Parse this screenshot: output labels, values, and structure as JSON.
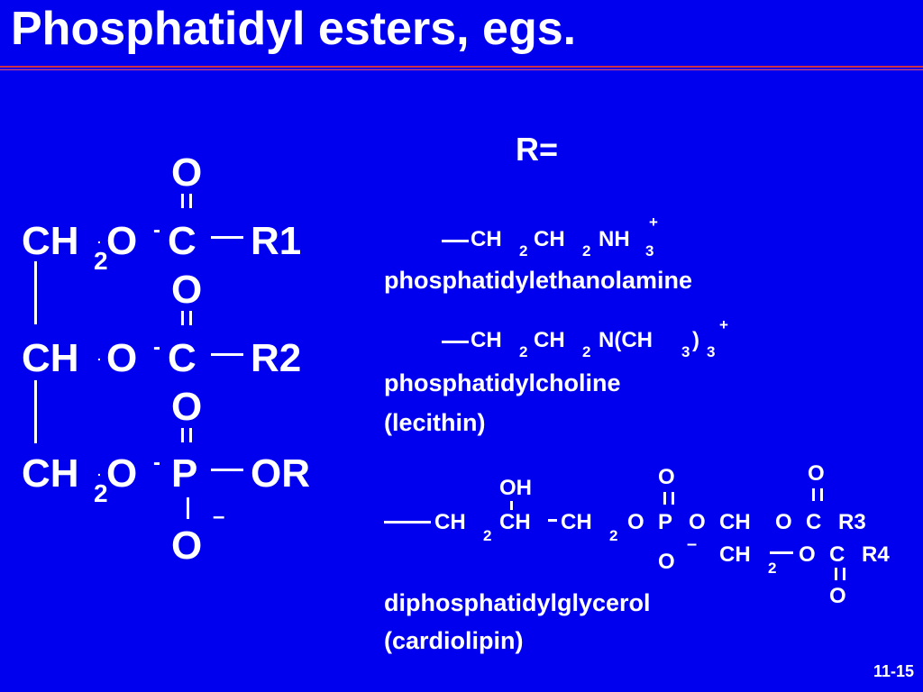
{
  "title": "Phosphatidyl esters, egs.",
  "page_number": "11-15",
  "colors": {
    "background": "#0000ee",
    "text": "#ffffff",
    "rule": "#c8304a"
  },
  "left_structure": {
    "row1": {
      "ch2": "CH",
      "sub": "2",
      "o": "O",
      "c": "C",
      "r": "R1",
      "top_o": "O"
    },
    "row2": {
      "ch": "CH",
      "o": "O",
      "c": "C",
      "r": "R2",
      "top_o": "O"
    },
    "row3": {
      "ch2": "CH",
      "sub": "2",
      "o": "O",
      "p": "P",
      "r": "OR",
      "top_o": "O",
      "bottom_o": "O",
      "charge": "–"
    },
    "minus": "-",
    "dot": "."
  },
  "r_heading": "R=",
  "examples": [
    {
      "formula": [
        "CH",
        "2",
        "CH",
        "2",
        "NH",
        "3",
        "+"
      ],
      "name": "phosphatidylethanolamine"
    },
    {
      "formula": [
        "CH",
        "2",
        "CH",
        "2",
        "N(CH",
        "3",
        ")",
        "3",
        "+"
      ],
      "name": "phosphatidylcholine",
      "alt_name": "(lecithin)"
    }
  ],
  "cardiolipin": {
    "oh": "OH",
    "ch2a": "CH",
    "sub2a": "2",
    "ch": "CH",
    "ch2b": "CH",
    "sub2b": "2",
    "o1": "O",
    "p": "P",
    "o2": "O",
    "ch_b": "CH",
    "p_top_o": "O",
    "p_bottom_o": "O",
    "charge": "–",
    "o3": "O",
    "c1": "C",
    "r3": "R3",
    "c1_top_o": "O",
    "ch2c": "CH",
    "sub2c": "2",
    "o4": "O",
    "c2": "C",
    "r4": "R4",
    "c2_bottom_o": "O",
    "name": "diphosphatidylglycerol",
    "alt_name": "(cardiolipin)"
  }
}
